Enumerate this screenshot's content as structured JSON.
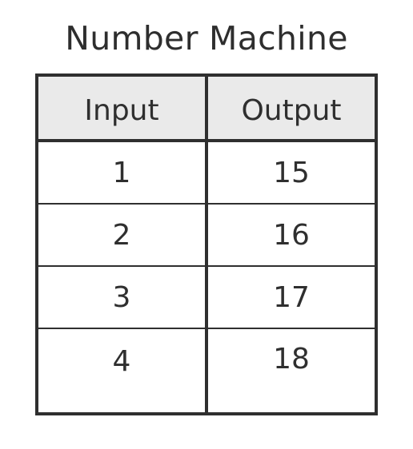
{
  "title": "Number Machine",
  "table": {
    "headers": [
      "Input",
      "Output"
    ],
    "rows": [
      [
        "1",
        "15"
      ],
      [
        "2",
        "16"
      ],
      [
        "3",
        "17"
      ],
      [
        "4",
        "18"
      ]
    ]
  }
}
